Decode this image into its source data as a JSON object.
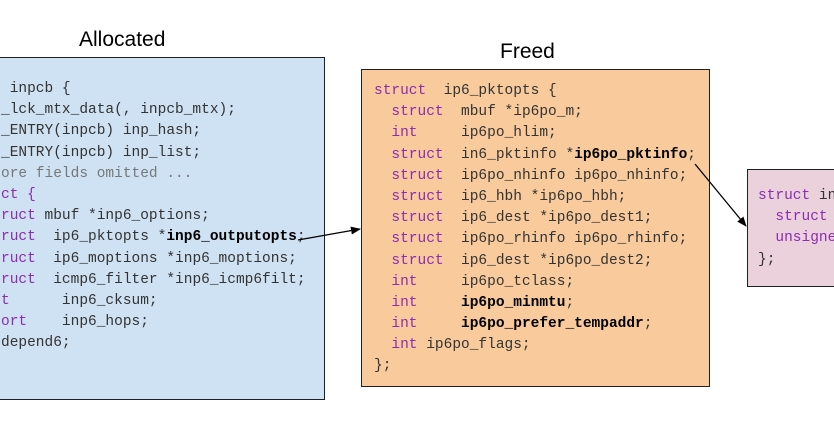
{
  "titles": {
    "allocated": "Allocated",
    "freed": "Freed"
  },
  "boxes": {
    "allocated": {
      "fill": "#cfe2f3",
      "lines": [
        [
          [
            "pl",
            " inpcb {"
          ]
        ],
        [
          [
            "pl",
            "_lck_mtx_data(, inpcb_mtx);"
          ]
        ],
        [
          [
            "pl",
            "_ENTRY(inpcb) inp_hash;"
          ]
        ],
        [
          [
            "pl",
            "_ENTRY(inpcb) inp_list;"
          ]
        ],
        [
          [
            "cm",
            "ore fields omitted ..."
          ]
        ],
        [
          [
            "kw",
            "ct {"
          ]
        ],
        [
          [
            "kw",
            "ruct"
          ],
          [
            "pl",
            " mbuf *inp6_options;"
          ]
        ],
        [
          [
            "kw",
            "ruct"
          ],
          [
            "pl",
            "  ip6_pktopts *"
          ],
          [
            "bd",
            "inp6_outputopts"
          ],
          [
            "pl",
            ";"
          ]
        ],
        [
          [
            "kw",
            "ruct"
          ],
          [
            "pl",
            "  ip6_moptions *inp6_moptions;"
          ]
        ],
        [
          [
            "kw",
            "ruct"
          ],
          [
            "pl",
            "  icmp6_filter *inp6_icmp6filt;"
          ]
        ],
        [
          [
            "kw",
            "t"
          ],
          [
            "pl",
            "      inp6_cksum;"
          ]
        ],
        [
          [
            "kw",
            "ort"
          ],
          [
            "pl",
            "    inp6_hops;"
          ]
        ],
        [
          [
            "pl",
            "depend6;"
          ]
        ]
      ]
    },
    "freed": {
      "fill": "#f9cb9c",
      "lines": [
        [
          [
            "kw",
            "struct"
          ],
          [
            "pl",
            "  ip6_pktopts {"
          ]
        ],
        [
          [
            "pl",
            "  "
          ],
          [
            "kw",
            "struct"
          ],
          [
            "pl",
            "  mbuf *ip6po_m;"
          ]
        ],
        [
          [
            "pl",
            "  "
          ],
          [
            "kw",
            "int"
          ],
          [
            "pl",
            "     ip6po_hlim;"
          ]
        ],
        [
          [
            "pl",
            "  "
          ],
          [
            "kw",
            "struct"
          ],
          [
            "pl",
            "  in6_pktinfo *"
          ],
          [
            "bd",
            "ip6po_pktinfo"
          ],
          [
            "pl",
            ";"
          ]
        ],
        [
          [
            "pl",
            "  "
          ],
          [
            "kw",
            "struct"
          ],
          [
            "pl",
            "  ip6po_nhinfo ip6po_nhinfo;"
          ]
        ],
        [
          [
            "pl",
            "  "
          ],
          [
            "kw",
            "struct"
          ],
          [
            "pl",
            "  ip6_hbh *ip6po_hbh;"
          ]
        ],
        [
          [
            "pl",
            "  "
          ],
          [
            "kw",
            "struct"
          ],
          [
            "pl",
            "  ip6_dest *ip6po_dest1;"
          ]
        ],
        [
          [
            "pl",
            "  "
          ],
          [
            "kw",
            "struct"
          ],
          [
            "pl",
            "  ip6po_rhinfo ip6po_rhinfo;"
          ]
        ],
        [
          [
            "pl",
            "  "
          ],
          [
            "kw",
            "struct"
          ],
          [
            "pl",
            "  ip6_dest *ip6po_dest2;"
          ]
        ],
        [
          [
            "pl",
            "  "
          ],
          [
            "kw",
            "int"
          ],
          [
            "pl",
            "     ip6po_tclass;"
          ]
        ],
        [
          [
            "pl",
            "  "
          ],
          [
            "kw",
            "int"
          ],
          [
            "pl",
            "     "
          ],
          [
            "bd",
            "ip6po_minmtu"
          ],
          [
            "pl",
            ";"
          ]
        ],
        [
          [
            "pl",
            "  "
          ],
          [
            "kw",
            "int"
          ],
          [
            "pl",
            "     "
          ],
          [
            "bd",
            "ip6po_prefer_tempaddr"
          ],
          [
            "pl",
            ";"
          ]
        ],
        [
          [
            "pl",
            "  "
          ],
          [
            "kw",
            "int"
          ],
          [
            "pl",
            " ip6po_flags;"
          ]
        ],
        [
          [
            "pl",
            "};"
          ]
        ]
      ]
    },
    "third": {
      "fill": "#ead1dc",
      "lines": [
        [
          [
            "kw",
            "struct"
          ],
          [
            "pl",
            " in"
          ]
        ],
        [
          [
            "pl",
            "  "
          ],
          [
            "kw",
            "struct"
          ]
        ],
        [
          [
            "pl",
            "  "
          ],
          [
            "kw",
            "unsigne"
          ]
        ],
        [
          [
            "pl",
            "};"
          ]
        ]
      ]
    }
  },
  "colors": {
    "keyword": "#8b2db0",
    "comment": "#777777",
    "text": "#333333",
    "border": "#1f1f1f"
  }
}
